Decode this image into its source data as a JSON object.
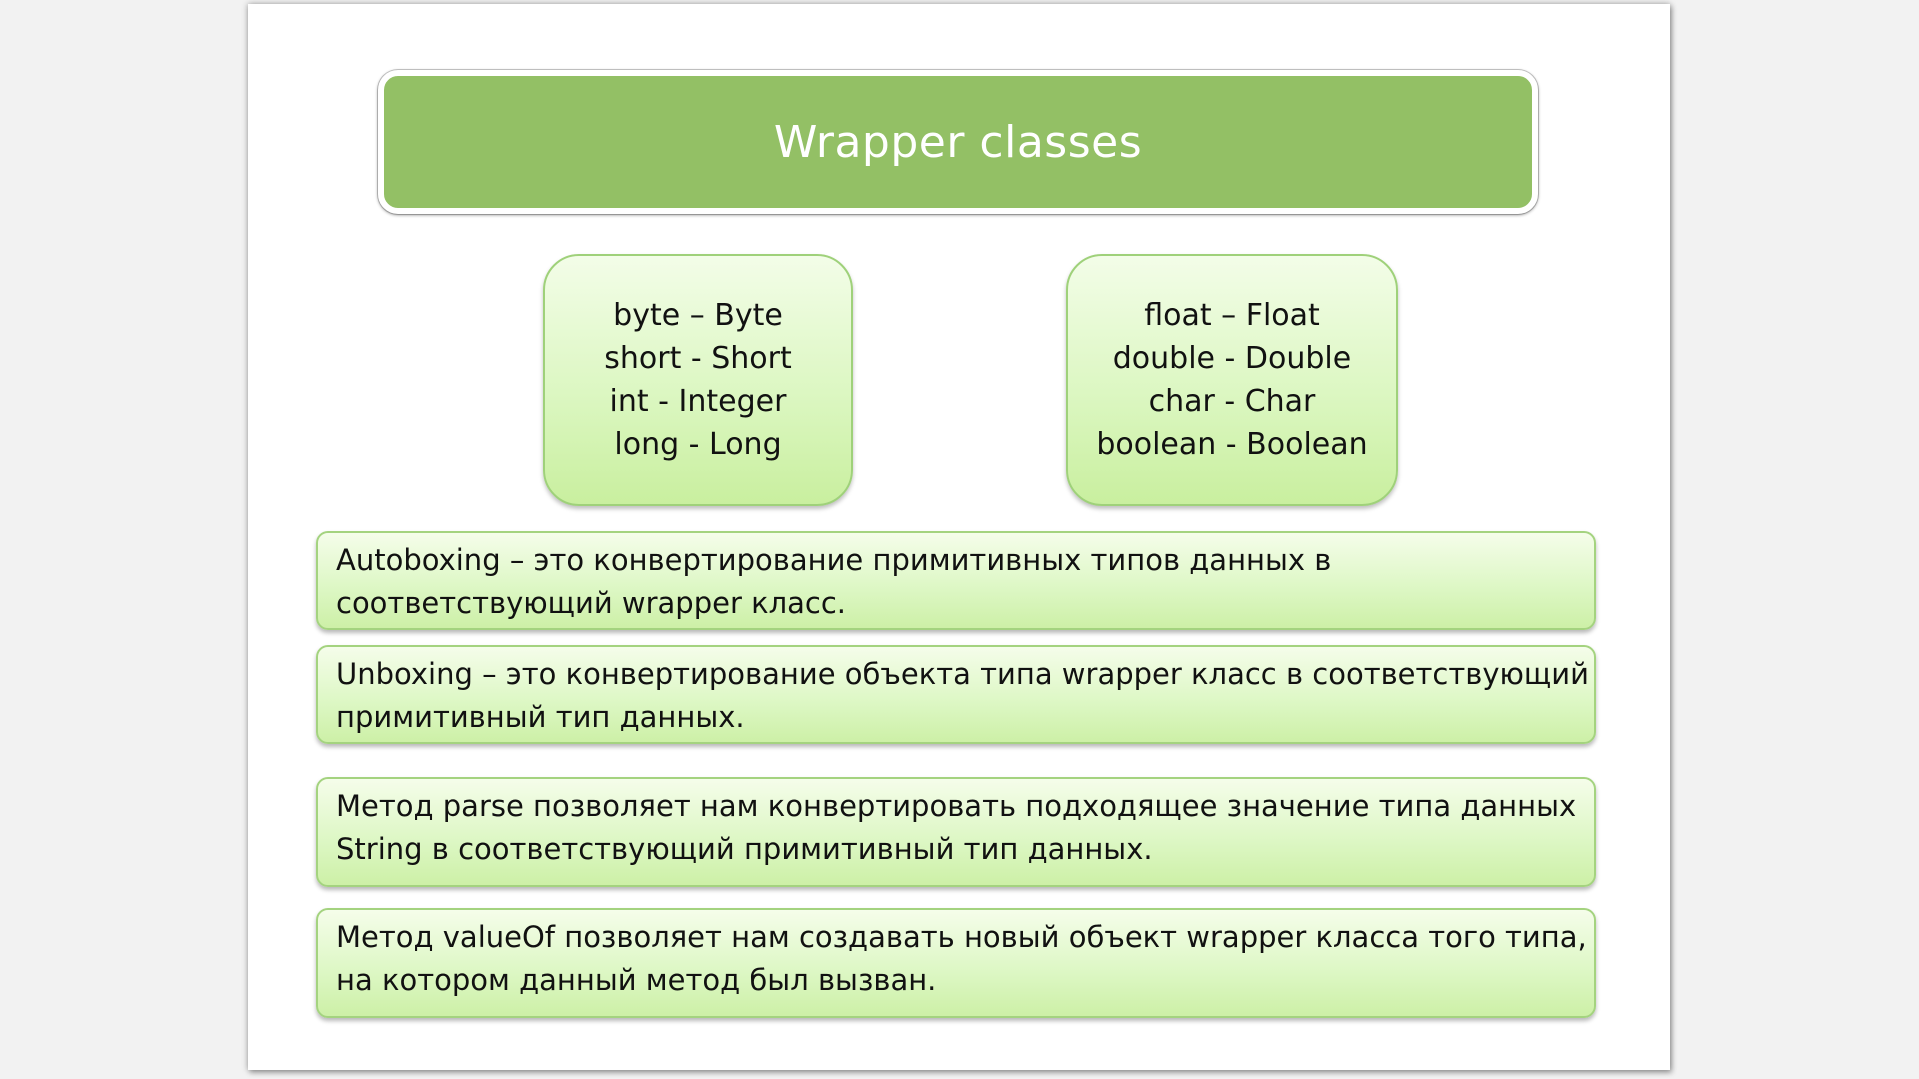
{
  "title": "Wrapper classes",
  "integer_types": [
    "byte – Byte",
    "short - Short",
    "int - Integer",
    "long - Long"
  ],
  "other_types": [
    "float – Float",
    "double - Double",
    "char - Char",
    "boolean - Boolean"
  ],
  "definitions": [
    {
      "line1": "Autoboxing – это конвертирование примитивных типов данных в",
      "line2": "соответствующий wrapper класс."
    },
    {
      "line1": "Unboxing – это конвертирование объекта типа  wrapper класс в соответствующий",
      "line2": "примитивный тип данных."
    },
    {
      "line1": "Метод parse позволяет нам конвертировать подходящее значение типа данных",
      "line2": "String в соответствующий   примитивный тип данных."
    },
    {
      "line1": "Метод valueOf позволяет нам создавать новый объект wrapper класса того типа,",
      "line2": "на котором данный метод был вызван."
    }
  ],
  "colors": {
    "title_fill": "#93c065",
    "box_fill_top": "#f3fde8",
    "box_fill_bottom": "#c9ef9f",
    "box_border": "#9fd17a"
  }
}
